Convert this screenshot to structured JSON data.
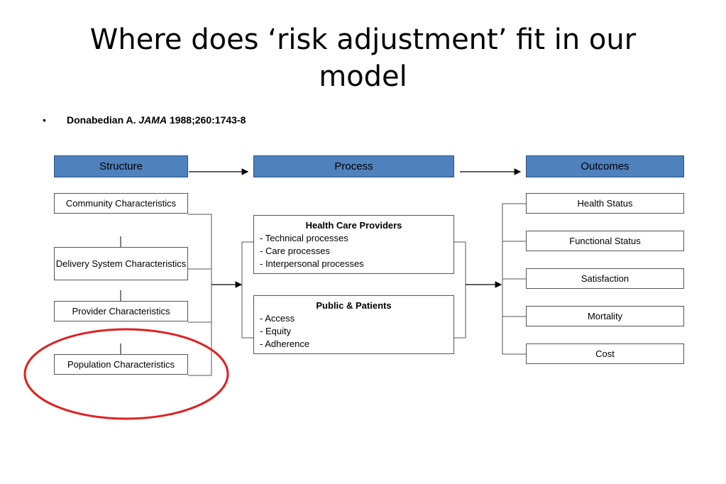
{
  "slide": {
    "title": "Where does ‘risk adjustment’ fit in our model",
    "bullet": "•",
    "citation_author": "Donabedian A. ",
    "citation_journal": "JAMA",
    "citation_ref": " 1988;260:1743-8"
  },
  "headers": {
    "structure": "Structure",
    "process": "Process",
    "outcomes": "Outcomes"
  },
  "structure_items": [
    "Community Characteristics",
    "Delivery System Characteristics",
    "Provider Characteristics",
    "Population Characteristics"
  ],
  "process_items": [
    {
      "head": "Health Care Providers",
      "lines": [
        "- Technical processes",
        "- Care processes",
        "- Interpersonal processes"
      ]
    },
    {
      "head": "Public & Patients",
      "lines": [
        "- Access",
        "- Equity",
        "- Adherence"
      ]
    }
  ],
  "outcome_items": [
    "Health Status",
    "Functional Status",
    "Satisfaction",
    "Mortality",
    "Cost"
  ],
  "colors": {
    "header_fill": "#4f81bd",
    "highlight_ellipse": "#e02020"
  }
}
